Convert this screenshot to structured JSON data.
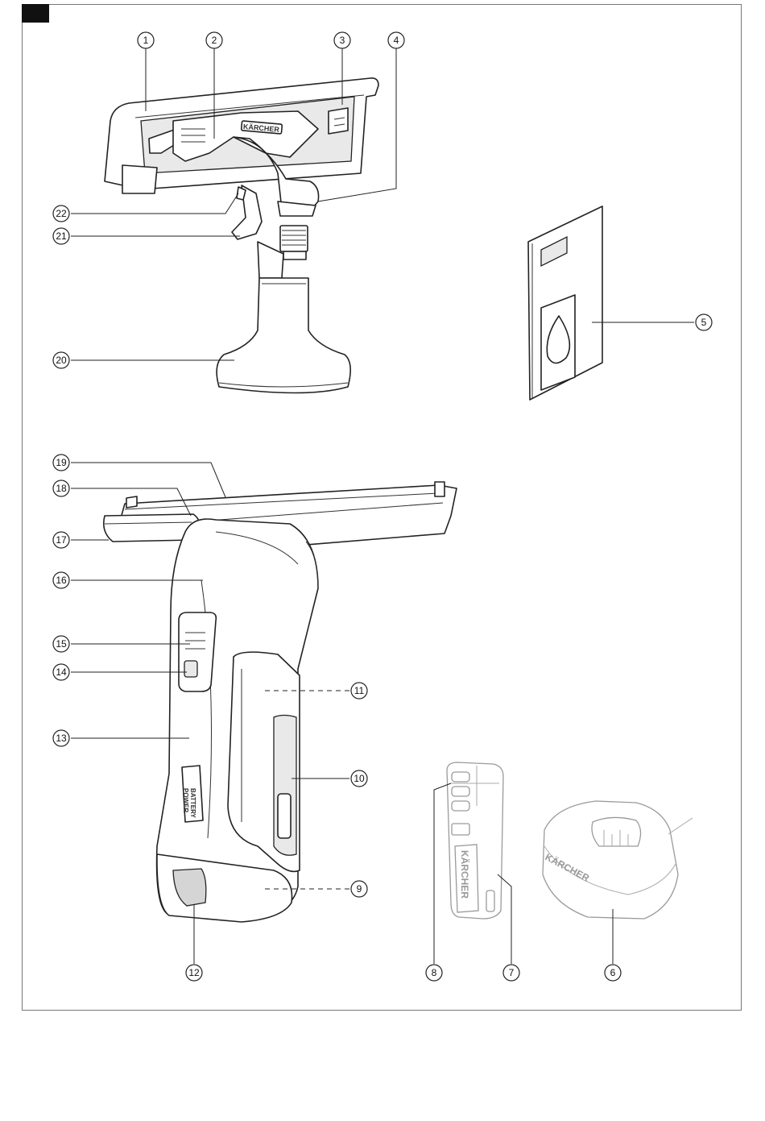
{
  "callouts": [
    {
      "label": "1"
    },
    {
      "label": "2"
    },
    {
      "label": "3"
    },
    {
      "label": "4"
    },
    {
      "label": "5"
    },
    {
      "label": "6"
    },
    {
      "label": "7"
    },
    {
      "label": "8"
    },
    {
      "label": "9"
    },
    {
      "label": "10"
    },
    {
      "label": "11"
    },
    {
      "label": "12"
    },
    {
      "label": "13"
    },
    {
      "label": "14"
    },
    {
      "label": "15"
    },
    {
      "label": "16"
    },
    {
      "label": "17"
    },
    {
      "label": "18"
    },
    {
      "label": "19"
    },
    {
      "label": "20"
    },
    {
      "label": "21"
    },
    {
      "label": "22"
    }
  ],
  "brand": {
    "logo": "KÄRCHER"
  },
  "battery_label": {
    "line1": "BATTERY",
    "line2": "POWER"
  },
  "colors": {
    "line": "#222222",
    "frame": "#777777",
    "faint": "#9a9a9a"
  }
}
